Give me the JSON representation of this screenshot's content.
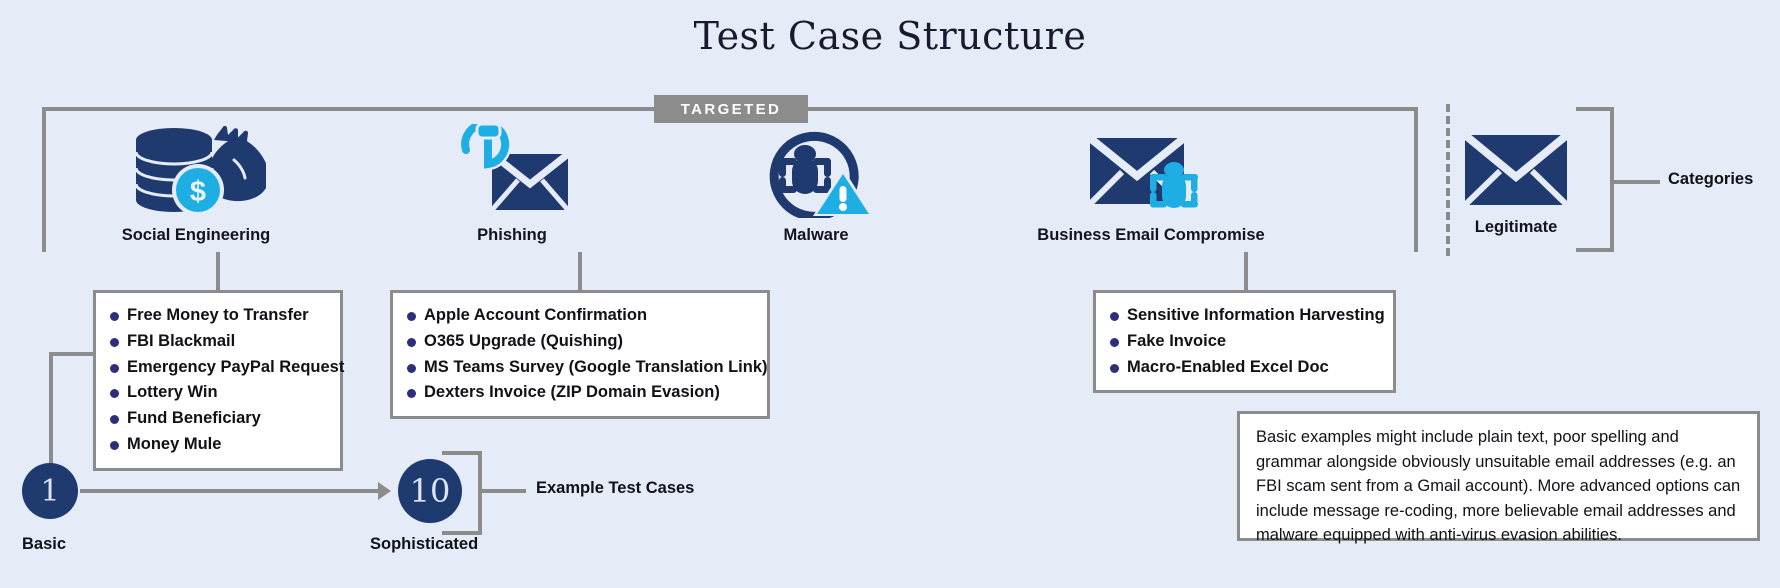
{
  "page": {
    "title": "Test Case Structure",
    "background_color": "#e6ebf8",
    "connector_color": "#8c8c8c",
    "navy": "#1f3a6e",
    "cyan": "#1eaee4",
    "bullet_color": "#2e2e7a"
  },
  "targeted_badge": {
    "label": "TARGETED"
  },
  "categories": [
    {
      "key": "social-engineering",
      "label": "Social Engineering",
      "icon": "coins-money-bag-dollar-icon"
    },
    {
      "key": "phishing",
      "label": "Phishing",
      "icon": "fish-hook-envelope-icon"
    },
    {
      "key": "malware",
      "label": "Malware",
      "icon": "bug-circle-warning-icon"
    },
    {
      "key": "business-email-compromise",
      "label": "Business Email Compromise",
      "icon": "envelope-bug-icon"
    },
    {
      "key": "legitimate",
      "label": "Legitimate",
      "icon": "envelope-icon"
    }
  ],
  "categories_bracket_label": "Categories",
  "example_lists": [
    {
      "key": "social-engineering-examples",
      "items": [
        "Free Money to Transfer",
        "FBI Blackmail",
        "Emergency PayPal Request",
        "Lottery Win",
        "Fund Beneficiary",
        "Money Mule"
      ]
    },
    {
      "key": "phishing-examples",
      "items": [
        "Apple Account Confirmation",
        "O365 Upgrade (Quishing)",
        "MS Teams Survey (Google Translation Link)",
        "Dexters Invoice (ZIP Domain Evasion)"
      ]
    },
    {
      "key": "business-email-compromise-examples",
      "items": [
        "Sensitive Information Harvesting",
        "Fake Invoice",
        "Macro-Enabled Excel Doc"
      ]
    }
  ],
  "scale": {
    "start_value": "1",
    "start_caption": "Basic",
    "end_value": "10",
    "end_caption": "Sophisticated",
    "bracket_label": "Example Test Cases"
  },
  "note": {
    "text": "Basic examples might include plain text, poor spelling and grammar alongside obviously unsuitable email addresses (e.g. an FBI scam sent from a Gmail account). More advanced options can include message re-coding, more believable email addresses and malware equipped with anti-virus evasion abilities."
  }
}
